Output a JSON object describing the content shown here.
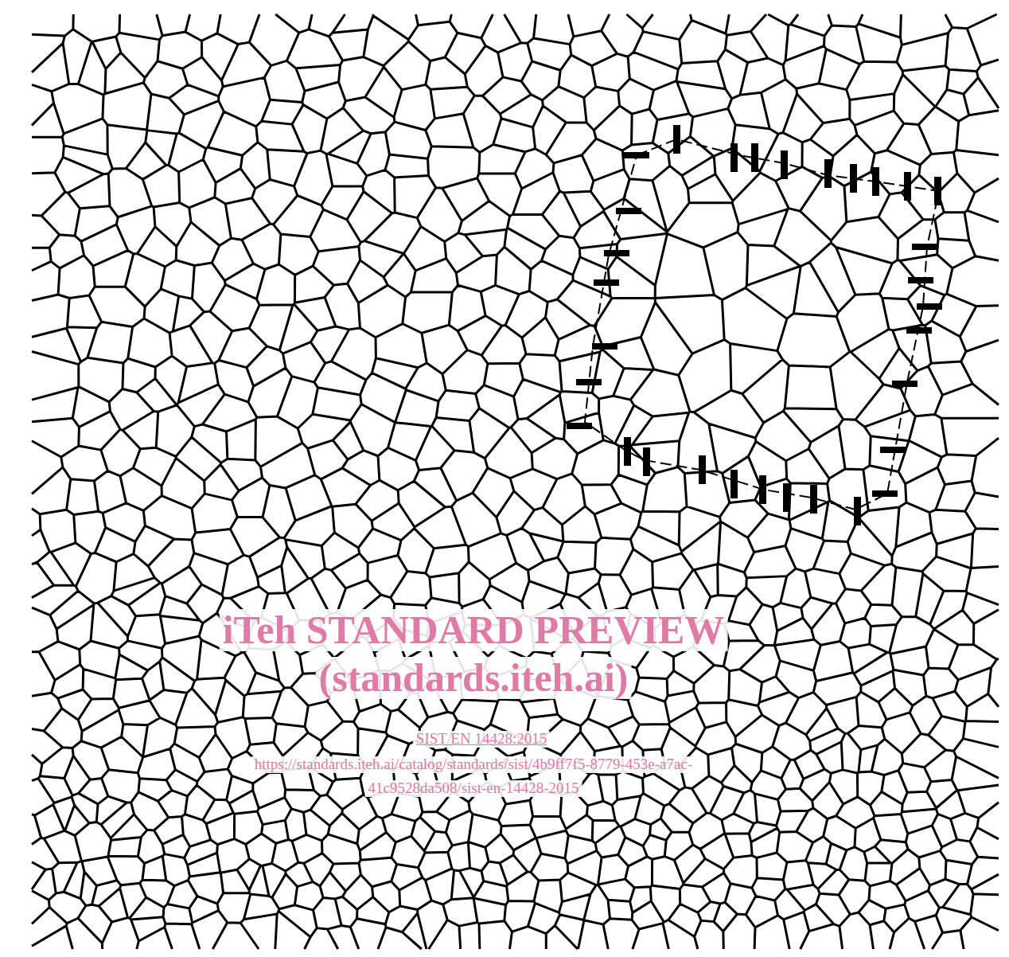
{
  "diagram": {
    "labels": [
      "iTeh STANDARD PREVIEW",
      "(standards.iteh.ai)",
      "SIST EN 14428:2015",
      "https://standards.iteh.ai/catalog/standards/sist/4b9ff7f5-8779-453e-a7ac-",
      "41c9528da508/sist-en-14428-2015"
    ]
  }
}
